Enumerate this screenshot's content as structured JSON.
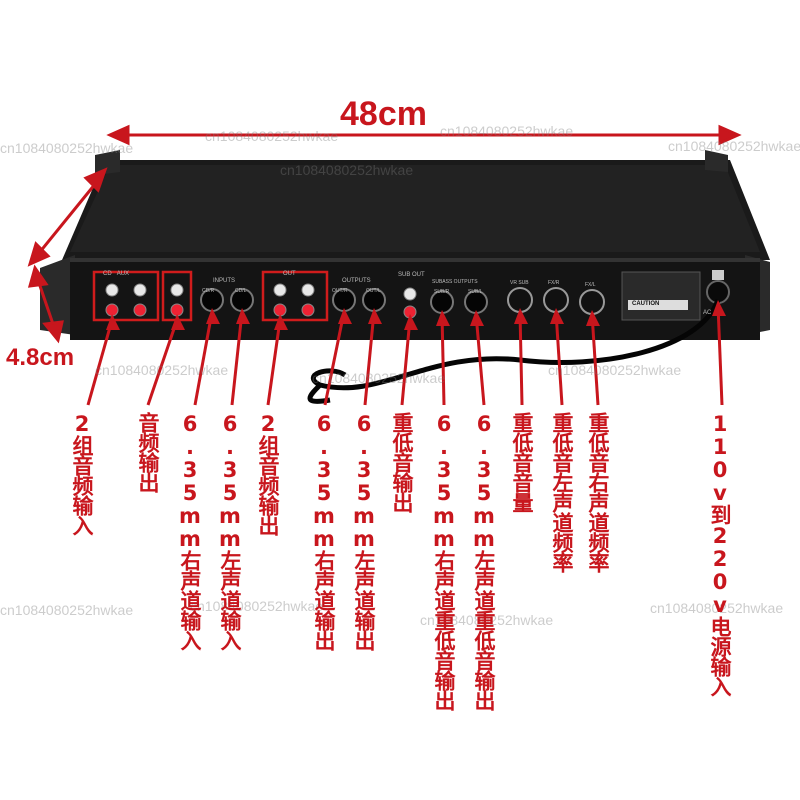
{
  "dimensions": {
    "width": "48cm",
    "height": "4.8cm"
  },
  "device_panel": {
    "input_group_labels": [
      "CD",
      "AUX"
    ],
    "inputs_label": "INPUTS",
    "cd_r": "CD/R",
    "cd_l": "CD/L",
    "out_label": "OUT",
    "outputs_label": "OUTPUTS",
    "out_r": "OUT/R",
    "out_l": "OUT/L",
    "sub_out": "SUB OUT",
    "subass_outputs": "SUBASS OUTPUTS",
    "sub_r": "SUB/R",
    "sub_l": "SUB/L",
    "vr_sub": "VR SUB",
    "fx_r": "FX/R",
    "fx_l": "FX/L",
    "caution": "CAUTION",
    "ac": "AC"
  },
  "labels": [
    "2组音频输入",
    "音频输出",
    "6.35mm右声道输入",
    "6.35mm左声道输入",
    "2组音频输出",
    "6.35mm右声道输出",
    "6.35mm左声道输出",
    "重低音输出",
    "6.35mm右声道重低音输出",
    "6.35mm左声道重低音输出",
    "重低音音量",
    "重低音左声道频率",
    "重低音右声道频率",
    "110v到220v电源输入"
  ],
  "watermark": "cn1084080252hwkae",
  "colors": {
    "annotation": "#c8161d",
    "panel": "#141414"
  }
}
